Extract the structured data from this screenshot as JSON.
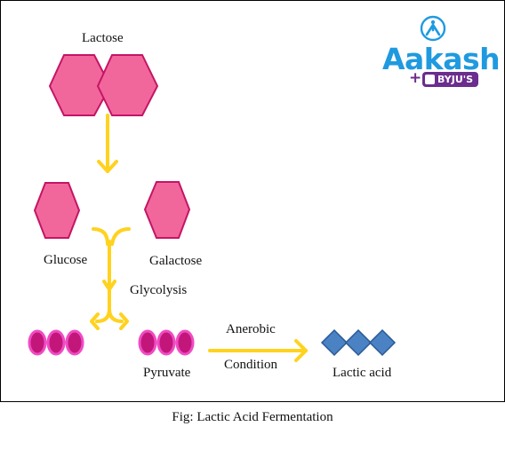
{
  "labels": {
    "lactose": "Lactose",
    "glucose": "Glucose",
    "galactose": "Galactose",
    "glycolysis": "Glycolysis",
    "pyruvate": "Pyruvate",
    "anerobic": "Anerobic",
    "condition": "Condition",
    "lactic_acid": "Lactic acid"
  },
  "caption": "Fig: Lactic Acid Fermentation",
  "logo": {
    "name": "Aakash",
    "badge": "BYJU'S",
    "plus": "+"
  },
  "colors": {
    "hexagon_fill": "#f2679b",
    "hexagon_stroke": "#c41565",
    "arrow": "#ffd21f",
    "pyruvate_fill": "#c3167b",
    "pyruvate_stroke": "#f04cc3",
    "lactic_fill": "#4a82c4",
    "lactic_stroke": "#2a5a95",
    "logo_blue": "#1f9ae0",
    "logo_purple": "#6b2d8e"
  }
}
